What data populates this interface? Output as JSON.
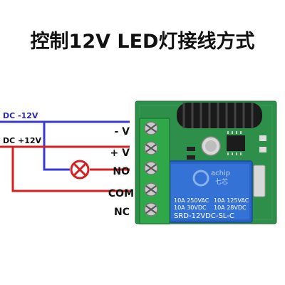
{
  "title": "控制12V LED灯接线方式",
  "wires": {
    "dc_neg_label": "DC -12V",
    "dc_pos_label": "DC +12V",
    "neg_color": "#3a3ad0",
    "pos_color": "#d42020"
  },
  "terminals": [
    {
      "label": "- V"
    },
    {
      "label": "+ V"
    },
    {
      "label": "NO"
    },
    {
      "label": "COM"
    },
    {
      "label": "NC"
    }
  ],
  "relay": {
    "brand": "achip",
    "brand_cn": "七芯",
    "spec_left": [
      "10A 250VAC",
      "10A 30VDC"
    ],
    "spec_right": [
      "10A 125VAC",
      "10A 28VDC"
    ],
    "model": "SRD-12VDC-SL-C",
    "color": "#2a62c8"
  },
  "board_color": "#2d8f4a",
  "terminal_color": "#2fa84a",
  "icons": [
    "lamp-icon",
    "antenna-coil-icon",
    "capacitor-icon",
    "ic-chip-icon"
  ]
}
